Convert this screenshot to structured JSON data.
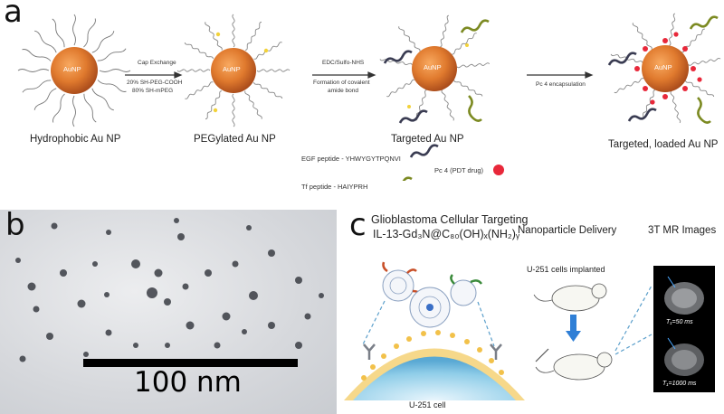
{
  "panel_a": {
    "letter": "a",
    "core_label": "AuNP",
    "stages": [
      {
        "label": "Hydrophobic Au NP"
      },
      {
        "label": "PEGylated Au NP"
      },
      {
        "label": "Targeted Au NP"
      },
      {
        "label": "Targeted, loaded Au NP"
      }
    ],
    "steps": [
      {
        "line1": "Cap Exchange",
        "line2": "20% SH-PEG-COOH",
        "line3": "80% SH-mPEG"
      },
      {
        "line1": "EDC/Sulfo-NHS",
        "line2": "Formation of covalent",
        "line3": "amide bond"
      },
      {
        "line1": "Pc 4 encapsulation",
        "line2": "",
        "line3": ""
      }
    ],
    "legend": {
      "egf": "EGF peptide - YHWYGYTPQNVI",
      "tf": "Tf peptide - HAIYPRH",
      "pc4": "Pc 4 (PDT drug)"
    },
    "colors": {
      "egf": "#3a3c52",
      "tf": "#7c8a22",
      "pc4": "#e8283a",
      "core": "#e07a2e"
    }
  },
  "panel_b": {
    "letter": "b",
    "scale_label": "100 nm"
  },
  "panel_c": {
    "letter": "c",
    "title_line1": "Glioblastoma Cellular Targeting",
    "title_line2": "IL-13-Gd₃N@C₈₀(OH)ₓ(NH₂)ᵧ",
    "delivery_title": "Nanoparticle Delivery",
    "mri_title": "3T MR Images",
    "cells_label": "U-251 cells implanted",
    "cell_label": "U-251 cell",
    "t1_top": "T₁=50 ms",
    "t1_bottom": "T₁=1000 ms"
  }
}
